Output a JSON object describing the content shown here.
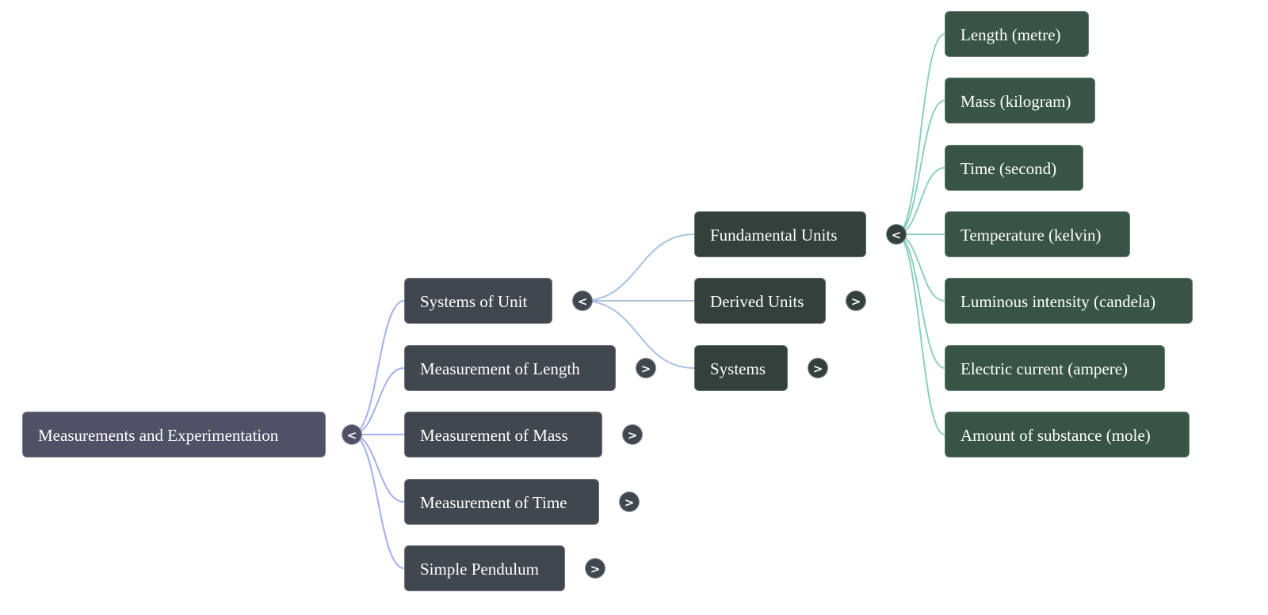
{
  "mindmap": {
    "root": {
      "label": "Measurements and Experimentation",
      "toggle": "<",
      "link_color": "#a3aef0",
      "children": [
        {
          "label": "Systems of Unit",
          "toggle": "<",
          "link_color": "#a8c2e0",
          "children": [
            {
              "label": "Fundamental Units",
              "toggle": "<",
              "link_color": "#8dd0bd",
              "children": [
                {
                  "label": "Length (metre)"
                },
                {
                  "label": "Mass (kilogram)"
                },
                {
                  "label": "Time (second)"
                },
                {
                  "label": "Temperature (kelvin)"
                },
                {
                  "label": "Luminous intensity (candela)"
                },
                {
                  "label": "Electric current (ampere)"
                },
                {
                  "label": "Amount of substance (mole)"
                }
              ]
            },
            {
              "label": "Derived Units",
              "toggle": ">"
            },
            {
              "label": "Systems",
              "toggle": ">"
            }
          ]
        },
        {
          "label": "Measurement of Length",
          "toggle": ">"
        },
        {
          "label": "Measurement of Mass",
          "toggle": ">"
        },
        {
          "label": "Measurement of Time",
          "toggle": ">"
        },
        {
          "label": "Simple Pendulum",
          "toggle": ">"
        }
      ]
    },
    "colors": {
      "root_fill": "#4f5166",
      "level1_fill": "#41474f",
      "level2_fill": "#33403c",
      "level3_fill": "#375444"
    }
  }
}
